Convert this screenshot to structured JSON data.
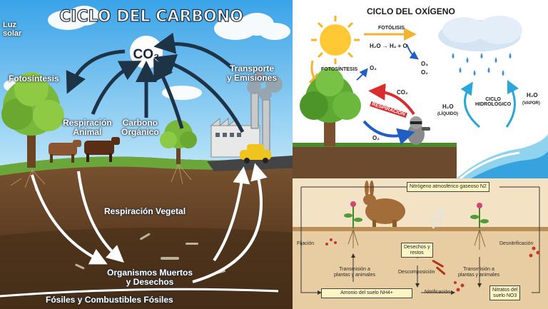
{
  "carbon": {
    "title": "CICLO DEL CARBONO",
    "co2": "CO₂",
    "sunlight": "Luz\nsolar",
    "photosynthesis": "Fotosíntesis",
    "animal_respiration": "Respiración\nAnimal",
    "organic_carbon": "Carbono\nOrgánico",
    "transport": "Transporte\ny Emisiones",
    "plant_respiration": "Respiración Vegetal",
    "dead_organisms": "Organismos Muertos\ny Desechos",
    "fossils": "Fósiles y Combustibles Fósiles"
  },
  "oxygen": {
    "title": "CICLO DEL OXÍGENO",
    "photolysis": "FOTÓLISIS",
    "photolysis_eq": "H₂O → H₂ + O",
    "o3": "O₃",
    "o2_top": "O₂",
    "photosynthesis": "FOTOSÍNTESIS",
    "o2_left": "O₂",
    "co2": "CO₂",
    "respiration": "RESPIRACIÓN",
    "o2_bottom": "O₂",
    "h2o_liquid": "H₂O",
    "liquid": "(LÍQUIDO)",
    "hydro_cycle": "CICLO\nHIDROLÓGICO",
    "h2o_vapor": "H₂O",
    "vapor": "(VAPOR)"
  },
  "nitrogen": {
    "atmospheric": "Nitrógeno atmosférico gaseoso N2",
    "fixation": "Fijación",
    "waste": "Desechos y\nrestos",
    "transmission_left": "Transmisión a\nplantas y animales",
    "decomposition": "Descomposición",
    "transmission_right": "Transmisión a\nplantas y animales",
    "denitrification": "Desnitrificación",
    "ammonium": "Amonio del suelo NH4+",
    "nitrification": "Nitrificación",
    "nitrates": "Nitratos del\nsuelo NO3"
  }
}
